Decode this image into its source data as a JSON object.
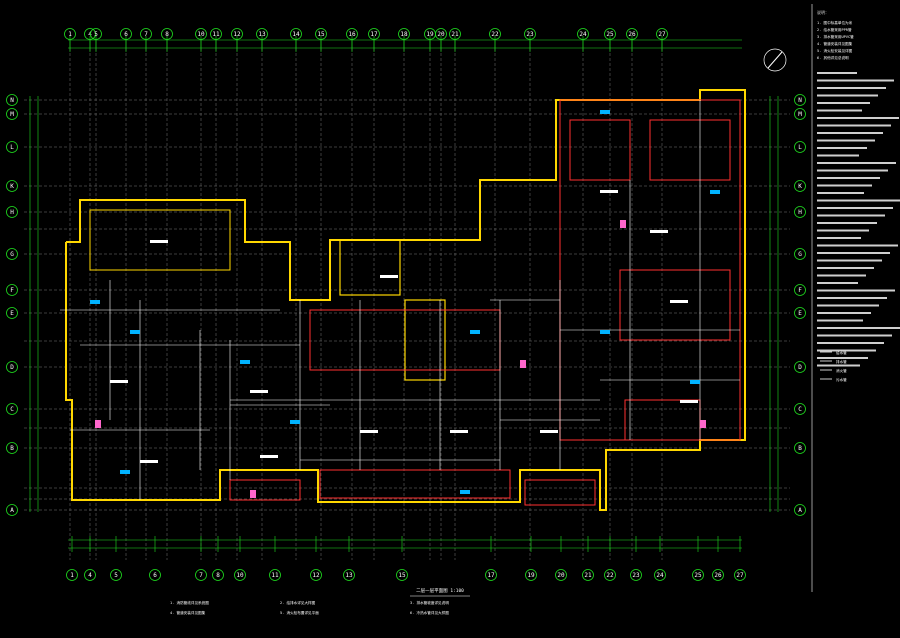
{
  "drawing": {
    "title": "二层一层平面图",
    "scale": "1:100",
    "colors": {
      "grid": "#1fe01f",
      "wall_outer": "#ffd700",
      "wall_inner": "#ff3030",
      "pipe": "#ffffff",
      "accent": "#00b3ff",
      "pink": "#ff66cc"
    }
  },
  "axes": {
    "top": [
      "1",
      "4",
      "5",
      "6",
      "7",
      "8",
      "10",
      "11",
      "12",
      "13",
      "14",
      "15",
      "16",
      "17",
      "18",
      "19",
      "20",
      "21",
      "22",
      "23",
      "24",
      "25",
      "26",
      "27"
    ],
    "bottom": [
      "1",
      "4",
      "5",
      "6",
      "7",
      "8",
      "10",
      "11",
      "12",
      "13",
      "15",
      "17",
      "19",
      "20",
      "21",
      "22",
      "23",
      "24",
      "25",
      "26",
      "27"
    ],
    "left": [
      "N",
      "M",
      "L",
      "K",
      "H",
      "G",
      "F",
      "E",
      "D",
      "C",
      "B",
      "A"
    ],
    "right": [
      "N",
      "M",
      "L",
      "K",
      "H",
      "G",
      "F",
      "E",
      "D",
      "C",
      "B",
      "A"
    ]
  },
  "notes": {
    "header": "说明：",
    "lines": [
      "1. 图中标高单位为米",
      "2. 给水管采用PPR管",
      "3. 排水管采用UPVC管",
      "4. 管道安装详见图集",
      "5. 消火栓安装见详图",
      "6. 其他详见总说明"
    ],
    "legend_labels": [
      "给水管",
      "排水管",
      "消火管",
      "污水管"
    ]
  },
  "bottom_notes": [
    "1. 消防管线详见系统图",
    "2. 给排水详见大样图",
    "3. 排水管坡度详见说明",
    "4. 管道安装详见图集",
    "5. 消火栓布置详见平面",
    "6. 冷热水管详见大样图"
  ]
}
